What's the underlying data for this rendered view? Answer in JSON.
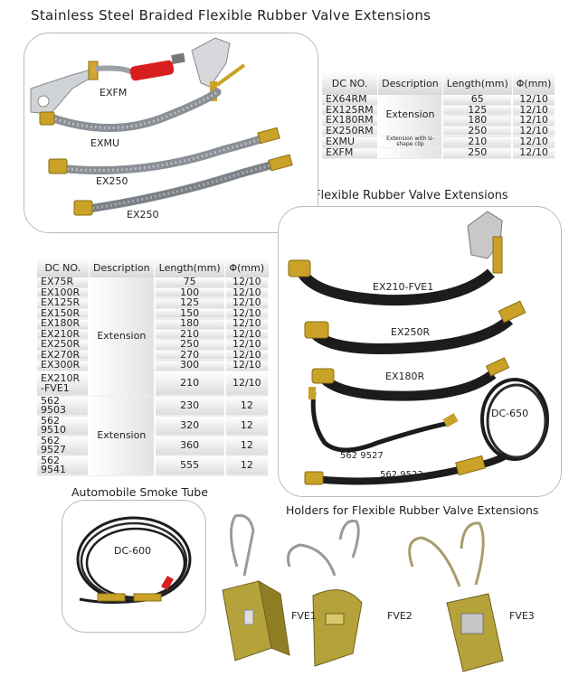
{
  "titles": {
    "steel": "Stainless Steel Braided Flexible Rubber Valve Extensions",
    "rubber": "Flexible Rubber Valve Extensions",
    "smoke": "Automobile Smoke Tube",
    "holders": "Holders for Flexible Rubber Valve Extensions"
  },
  "steel_labels": [
    "EXFM",
    "EXMU",
    "EX250",
    "EX250"
  ],
  "rubber_labels": [
    "EX210-FVE1",
    "EX250R",
    "EX180R",
    "DC-650",
    "562 9527",
    "562 9523"
  ],
  "smoke_label": "DC-600",
  "holder_labels": [
    "FVE1",
    "FVE2",
    "FVE3"
  ],
  "table1": {
    "headers": [
      "DC NO.",
      "Description",
      "Length(mm)",
      "Φ(mm)"
    ],
    "desc_main": "Extension",
    "rows": [
      {
        "dc": "EX64RM",
        "len": "65",
        "phi": "12/10"
      },
      {
        "dc": "EX125RM",
        "len": "125",
        "phi": "12/10"
      },
      {
        "dc": "EX180RM",
        "len": "180",
        "phi": "12/10"
      },
      {
        "dc": "EX250RM",
        "len": "250",
        "phi": "12/10"
      },
      {
        "dc": "EXMU",
        "desc": "Extension with U-shape clip",
        "len": "210",
        "phi": "12/10"
      },
      {
        "dc": "EXFM",
        "len": "250",
        "phi": "12/10"
      }
    ]
  },
  "table2": {
    "headers": [
      "DC NO.",
      "Description",
      "Length(mm)",
      "Φ(mm)"
    ],
    "desc_a": "Extension",
    "desc_b": "Extension",
    "rows": [
      {
        "dc": "EX75R",
        "len": "75",
        "phi": "12/10"
      },
      {
        "dc": "EX100R",
        "len": "100",
        "phi": "12/10"
      },
      {
        "dc": "EX125R",
        "len": "125",
        "phi": "12/10"
      },
      {
        "dc": "EX150R",
        "len": "150",
        "phi": "12/10"
      },
      {
        "dc": "EX180R",
        "len": "180",
        "phi": "12/10"
      },
      {
        "dc": "EX210R",
        "len": "210",
        "phi": "12/10"
      },
      {
        "dc": "EX250R",
        "len": "250",
        "phi": "12/10"
      },
      {
        "dc": "EX270R",
        "len": "270",
        "phi": "12/10"
      },
      {
        "dc": "EX300R",
        "len": "300",
        "phi": "12/10"
      },
      {
        "dc": "EX210R -FVE1",
        "len": "210",
        "phi": "12/10"
      },
      {
        "dc": "562 9503",
        "len": "230",
        "phi": "12"
      },
      {
        "dc": "562 9510",
        "len": "320",
        "phi": "12"
      },
      {
        "dc": "562 9527",
        "len": "360",
        "phi": "12"
      },
      {
        "dc": "562 9541",
        "len": "555",
        "phi": "12"
      }
    ]
  },
  "colors": {
    "braid": "#8a8f96",
    "rubber": "#1c1c1c",
    "brass": "#c9a227",
    "red_grip": "#d81e1e",
    "zinc": "#c8c8c8",
    "holder": "#b5a23a"
  }
}
